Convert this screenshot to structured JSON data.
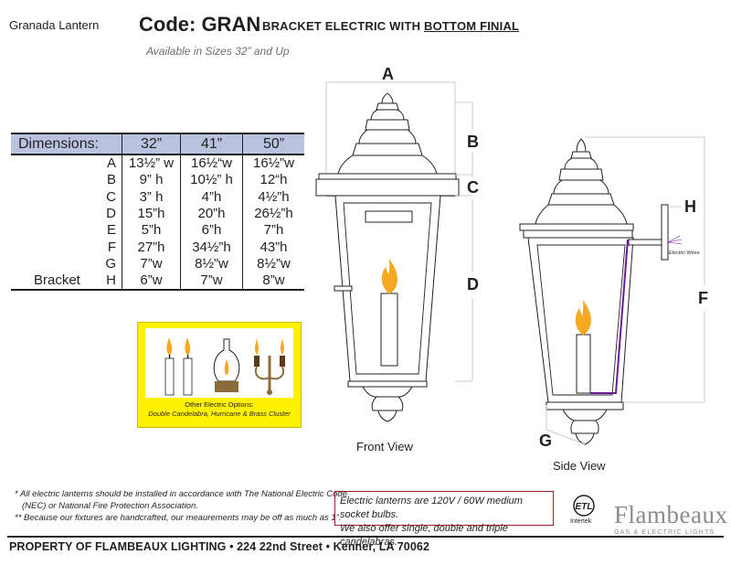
{
  "header": {
    "product_name": "Granada Lantern",
    "code": "Code: GRAN",
    "description_part1": "BRACKET ELECTRIC WITH ",
    "description_part2": "BOTTOM FINIAL",
    "sizes_note": "Available in Sizes 32” and Up"
  },
  "dimensions_table": {
    "header": [
      "Dimensions:",
      "32”",
      "41”",
      "50”"
    ],
    "rows": [
      {
        "prefix": "",
        "label": "A",
        "v32": "13½” w",
        "v41": "16½“w",
        "v50": "16½”w"
      },
      {
        "prefix": "",
        "label": "B",
        "v32": "9” h",
        "v41": "10½” h",
        "v50": "12“h"
      },
      {
        "prefix": "",
        "label": "C",
        "v32": "3” h",
        "v41": "4”h",
        "v50": "4½”h"
      },
      {
        "prefix": "",
        "label": "D",
        "v32": "15”h",
        "v41": "20”h",
        "v50": "26½”h"
      },
      {
        "prefix": "",
        "label": "E",
        "v32": "5”h",
        "v41": "6”h",
        "v50": "7”h"
      },
      {
        "prefix": "",
        "label": "F",
        "v32": "27”h",
        "v41": "34½”h",
        "v50": "43”h"
      },
      {
        "prefix": "",
        "label": "G",
        "v32": "7”w",
        "v41": "8½”w",
        "v50": "8½”w"
      },
      {
        "prefix": "Bracket",
        "label": "H",
        "v32": "6”w",
        "v41": "7”w",
        "v50": "8”w"
      }
    ]
  },
  "options": {
    "caption_line1": "Other Electric Options:",
    "caption_line2": "Double Candelabra, Hurricane & Brass Cluster"
  },
  "diagram": {
    "front_label": "Front View",
    "side_label": "Side View",
    "letters": {
      "A": "A",
      "B": "B",
      "C": "C",
      "D": "D",
      "F": "F",
      "G": "G",
      "H": "H"
    },
    "wires_label": "Electric Wires"
  },
  "notes": {
    "line1": "* All electric lanterns should be installed in accordance with The National Electric Code",
    "line2": "(NEC) or National Fire Protection Association.",
    "line3": "** Because our fixtures are handcrafted, our meaurements may be off as much as 1”."
  },
  "electric_box": {
    "line1": "Electric lanterns are 120V / 60W medium socket bulbs.",
    "line2": "We also offer single, double and triple candelabras."
  },
  "certification": {
    "mark": "ETL",
    "label": "Intertek"
  },
  "brand": {
    "name": "Flambeaux",
    "tagline": "GAS & ELECTRIC LIGHTS"
  },
  "footer": "PROPERTY OF FLAMBEAUX LIGHTING • 224 22nd Street • Kenner, LA 70062",
  "colors": {
    "table_header": "#b9c3df",
    "options_bg": "#fff200",
    "flame": "#f7a823",
    "wire": "#6a1b9a",
    "note_border": "#a61e22"
  }
}
